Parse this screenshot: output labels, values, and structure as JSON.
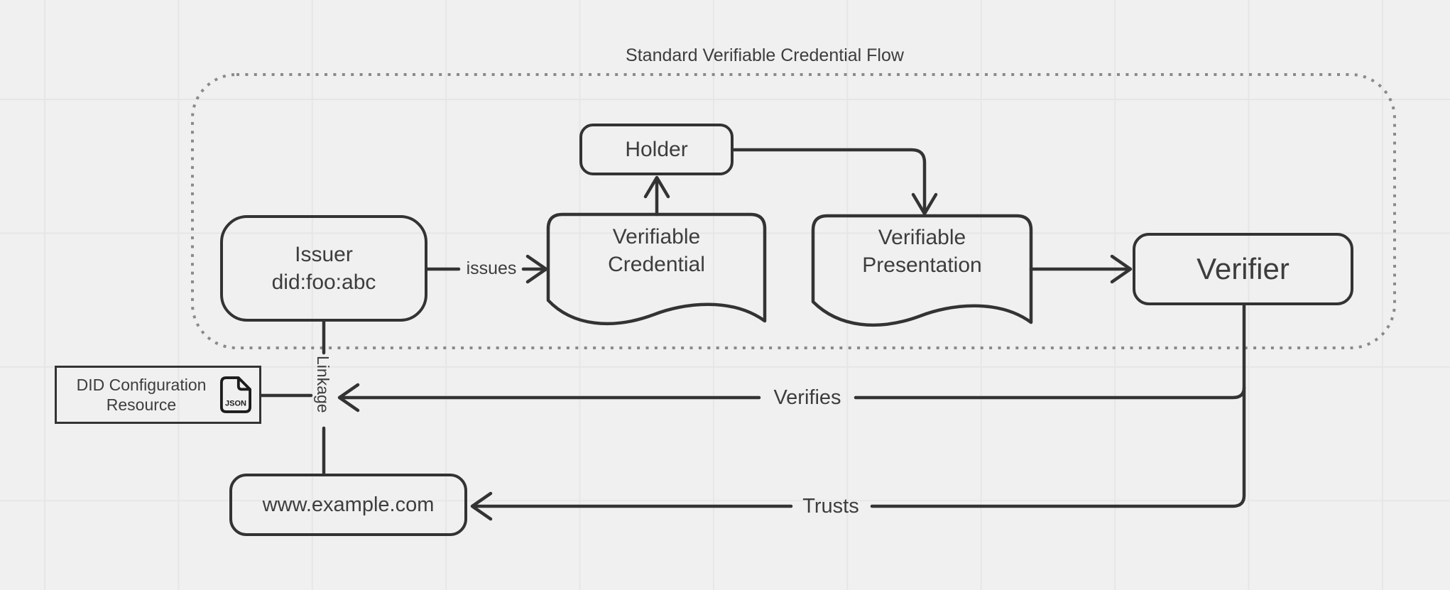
{
  "title": "Standard Verifiable Credential Flow",
  "nodes": {
    "holder": {
      "label": "Holder"
    },
    "issuer": {
      "line1": "Issuer",
      "line2": "did:foo:abc"
    },
    "verifiable_credential": {
      "line1": "Verifiable",
      "line2": "Credential"
    },
    "verifiable_presentation": {
      "line1": "Verifiable",
      "line2": "Presentation"
    },
    "verifier": {
      "label": "Verifier"
    },
    "did_configuration_resource": {
      "line1": "DID Configuration",
      "line2": "Resource",
      "icon": "json-file-icon",
      "icon_text": "JSON"
    },
    "website": {
      "label": "www.example.com"
    }
  },
  "edges": {
    "issues": "issues",
    "verifies": "Verifies",
    "trusts": "Trusts",
    "linkage": "Linkage"
  },
  "colors": {
    "background": "#f1f0f1",
    "grid_line": "#e7e6e7",
    "stroke": "#333333",
    "text": "#3d3d3d",
    "dotted_border": "#8a8a8a"
  }
}
